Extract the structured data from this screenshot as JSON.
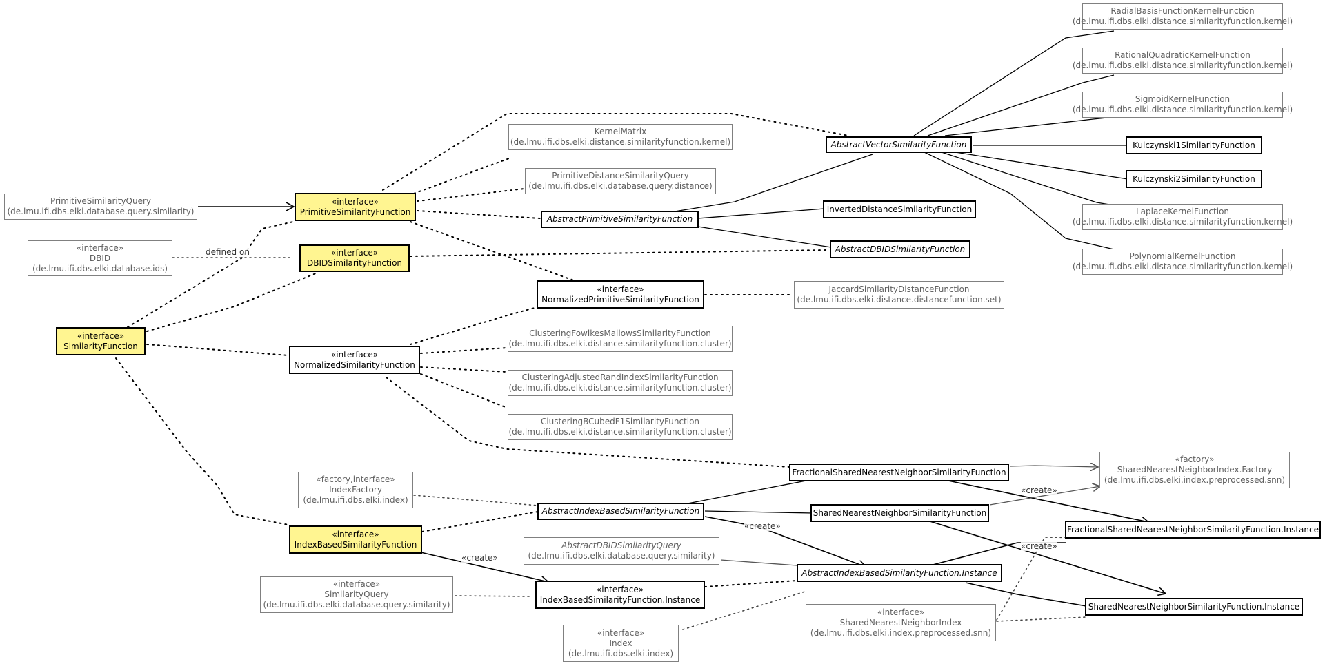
{
  "nodes": {
    "radialBasis": {
      "name": "RadialBasisFunctionKernelFunction",
      "pkg": "(de.lmu.ifi.dbs.elki.distance.similarityfunction.kernel)"
    },
    "rationalQuadratic": {
      "name": "RationalQuadraticKernelFunction",
      "pkg": "(de.lmu.ifi.dbs.elki.distance.similarityfunction.kernel)"
    },
    "sigmoidKernel": {
      "name": "SigmoidKernelFunction",
      "pkg": "(de.lmu.ifi.dbs.elki.distance.similarityfunction.kernel)"
    },
    "kulczynski1": {
      "name": "Kulczynski1SimilarityFunction"
    },
    "kulczynski2": {
      "name": "Kulczynski2SimilarityFunction"
    },
    "laplaceKernel": {
      "name": "LaplaceKernelFunction",
      "pkg": "(de.lmu.ifi.dbs.elki.distance.similarityfunction.kernel)"
    },
    "polynomialKernel": {
      "name": "PolynomialKernelFunction",
      "pkg": "(de.lmu.ifi.dbs.elki.distance.similarityfunction.kernel)"
    },
    "abstractVector": {
      "name": "AbstractVectorSimilarityFunction"
    },
    "kernelMatrix": {
      "name": "KernelMatrix",
      "pkg": "(de.lmu.ifi.dbs.elki.distance.similarityfunction.kernel)"
    },
    "primitiveDistanceQuery": {
      "name": "PrimitiveDistanceSimilarityQuery",
      "pkg": "(de.lmu.ifi.dbs.elki.database.query.distance)"
    },
    "primitiveSimilarityQuery": {
      "name": "PrimitiveSimilarityQuery",
      "pkg": "(de.lmu.ifi.dbs.elki.database.query.similarity)"
    },
    "primitiveSimilarityFunction": {
      "stereo": "«interface»",
      "name": "PrimitiveSimilarityFunction"
    },
    "abstractPrimitive": {
      "name": "AbstractPrimitiveSimilarityFunction"
    },
    "invertedDistance": {
      "name": "InvertedDistanceSimilarityFunction"
    },
    "abstractDBID": {
      "name": "AbstractDBIDSimilarityFunction"
    },
    "dbid": {
      "stereo": "«interface»",
      "name": "DBID",
      "pkg": "(de.lmu.ifi.dbs.elki.database.ids)"
    },
    "dbidSimilarityFunction": {
      "stereo": "«interface»",
      "name": "DBIDSimilarityFunction"
    },
    "normalizedPrimitive": {
      "stereo": "«interface»",
      "name": "NormalizedPrimitiveSimilarityFunction"
    },
    "jaccard": {
      "name": "JaccardSimilarityDistanceFunction",
      "pkg": "(de.lmu.ifi.dbs.elki.distance.distancefunction.set)"
    },
    "similarityFunction": {
      "stereo": "«interface»",
      "name": "SimilarityFunction"
    },
    "normalizedSimilarity": {
      "stereo": "«interface»",
      "name": "NormalizedSimilarityFunction"
    },
    "fowlkesMallows": {
      "name": "ClusteringFowlkesMallowsSimilarityFunction",
      "pkg": "(de.lmu.ifi.dbs.elki.distance.similarityfunction.cluster)"
    },
    "adjustedRand": {
      "name": "ClusteringAdjustedRandIndexSimilarityFunction",
      "pkg": "(de.lmu.ifi.dbs.elki.distance.similarityfunction.cluster)"
    },
    "bcubed": {
      "name": "ClusteringBCubedF1SimilarityFunction",
      "pkg": "(de.lmu.ifi.dbs.elki.distance.similarityfunction.cluster)"
    },
    "fractionalSNN": {
      "name": "FractionalSharedNearestNeighborSimilarityFunction"
    },
    "snnFactory": {
      "stereo": "«factory»",
      "name": "SharedNearestNeighborIndex.Factory",
      "pkg": "(de.lmu.ifi.dbs.elki.index.preprocessed.snn)"
    },
    "indexFactory": {
      "stereo": "«factory,interface»",
      "name": "IndexFactory",
      "pkg": "(de.lmu.ifi.dbs.elki.index)"
    },
    "abstractIndexBased": {
      "name": "AbstractIndexBasedSimilarityFunction"
    },
    "snnSimilarity": {
      "name": "SharedNearestNeighborSimilarityFunction"
    },
    "fractionalSNNInstance": {
      "name": "FractionalSharedNearestNeighborSimilarityFunction.Instance"
    },
    "indexBasedSimilarity": {
      "stereo": "«interface»",
      "name": "IndexBasedSimilarityFunction"
    },
    "abstractDBIDQuery": {
      "name": "AbstractDBIDSimilarityQuery",
      "pkg": "(de.lmu.ifi.dbs.elki.database.query.similarity)"
    },
    "abstractIndexBasedInstance": {
      "name": "AbstractIndexBasedSimilarityFunction.Instance"
    },
    "similarityQuery": {
      "stereo": "«interface»",
      "name": "SimilarityQuery",
      "pkg": "(de.lmu.ifi.dbs.elki.database.query.similarity)"
    },
    "indexBasedInstance": {
      "stereo": "«interface»",
      "name": "IndexBasedSimilarityFunction.Instance"
    },
    "snnIndex": {
      "stereo": "«interface»",
      "name": "SharedNearestNeighborIndex",
      "pkg": "(de.lmu.ifi.dbs.elki.index.preprocessed.snn)"
    },
    "snnInstance": {
      "name": "SharedNearestNeighborSimilarityFunction.Instance"
    },
    "index": {
      "stereo": "«interface»",
      "name": "Index",
      "pkg": "(de.lmu.ifi.dbs.elki.index)"
    }
  },
  "labels": {
    "definedOn": "defined on",
    "create1": "«create»",
    "create2": "«create»",
    "create3": "«create»",
    "create4": "«create»"
  }
}
